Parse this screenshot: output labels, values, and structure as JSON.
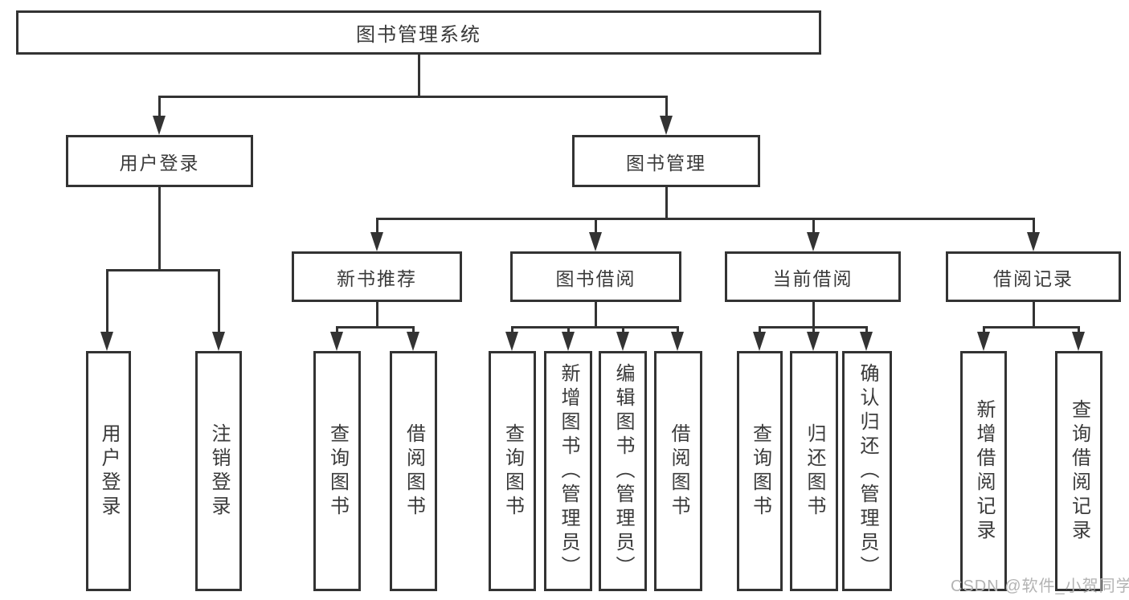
{
  "diagram": {
    "title": "图书管理系统",
    "nodes": [
      {
        "id": "root",
        "label": "图书管理系统"
      },
      {
        "id": "login",
        "label": "用户登录"
      },
      {
        "id": "mgmt",
        "label": "图书管理"
      },
      {
        "id": "new-books",
        "label": "新书推荐"
      },
      {
        "id": "book-borrow",
        "label": "图书借阅"
      },
      {
        "id": "current-borrow",
        "label": "当前借阅"
      },
      {
        "id": "borrow-records",
        "label": "借阅记录"
      },
      {
        "id": "user-login",
        "label": "用户登录"
      },
      {
        "id": "logout",
        "label": "注销登录"
      },
      {
        "id": "nb-query",
        "label": "查询图书"
      },
      {
        "id": "nb-borrow",
        "label": "借阅图书"
      },
      {
        "id": "bb-query",
        "label": "查询图书"
      },
      {
        "id": "bb-add",
        "label": "新增图书（管理员）"
      },
      {
        "id": "bb-edit",
        "label": "编辑图书（管理员）"
      },
      {
        "id": "bb-borrow",
        "label": "借阅图书"
      },
      {
        "id": "cb-query",
        "label": "查询图书"
      },
      {
        "id": "cb-return",
        "label": "归还图书"
      },
      {
        "id": "cb-confirm",
        "label": "确认归还（管理员）"
      },
      {
        "id": "br-add",
        "label": "新增借阅记录"
      },
      {
        "id": "br-query",
        "label": "查询借阅记录"
      }
    ],
    "edges": [
      [
        "root",
        "login"
      ],
      [
        "root",
        "mgmt"
      ],
      [
        "login",
        "user-login"
      ],
      [
        "login",
        "logout"
      ],
      [
        "mgmt",
        "new-books"
      ],
      [
        "mgmt",
        "book-borrow"
      ],
      [
        "mgmt",
        "current-borrow"
      ],
      [
        "mgmt",
        "borrow-records"
      ],
      [
        "new-books",
        "nb-query"
      ],
      [
        "new-books",
        "nb-borrow"
      ],
      [
        "book-borrow",
        "bb-query"
      ],
      [
        "book-borrow",
        "bb-add"
      ],
      [
        "book-borrow",
        "bb-edit"
      ],
      [
        "book-borrow",
        "bb-borrow"
      ],
      [
        "current-borrow",
        "cb-query"
      ],
      [
        "current-borrow",
        "cb-return"
      ],
      [
        "current-borrow",
        "cb-confirm"
      ],
      [
        "borrow-records",
        "br-add"
      ],
      [
        "borrow-records",
        "br-query"
      ]
    ],
    "colors": {
      "line": "#333333",
      "text": "#3a3a3a",
      "background": "#ffffff",
      "watermark": "#b3b3b3"
    }
  },
  "watermark": "CSDN @软件_小贺同学"
}
